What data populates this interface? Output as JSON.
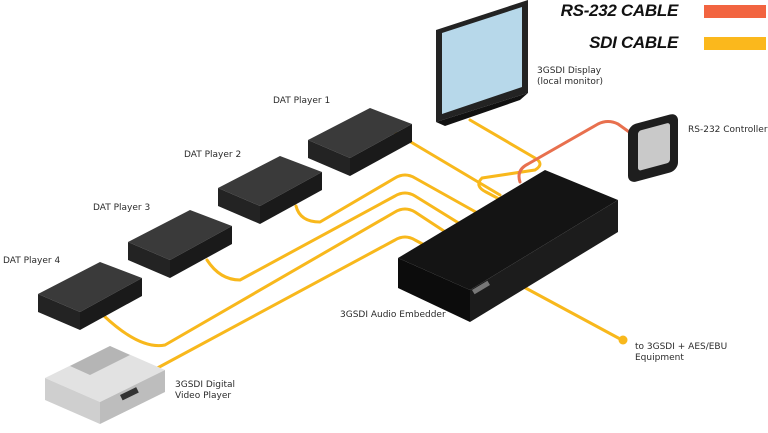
{
  "legend": [
    {
      "label": "RS-232 CABLE",
      "color": "#f26440",
      "type": "rs232"
    },
    {
      "label": "SDI CABLE",
      "color": "#fbb81c",
      "type": "sdi"
    }
  ],
  "colors": {
    "sdi": "#f8b81c",
    "rs232": "#e8704e",
    "device_dark": "#232323",
    "device_top": "#3a3a3a",
    "embedder": "#141414",
    "screen": "#b7d8ea",
    "player_light": "#d9d9d9"
  },
  "devices": {
    "display": {
      "label_line1": "3GSDI  Display",
      "label_line2": "(local monitor)"
    },
    "controller": {
      "label": "RS-232 Controller"
    },
    "embedder": {
      "label": "3GSDI Audio Embedder"
    },
    "output": {
      "label_line1": "to 3GSDI + AES/EBU",
      "label_line2": "Equipment"
    },
    "dat1": {
      "label": "DAT Player 1"
    },
    "dat2": {
      "label": "DAT Player 2"
    },
    "dat3": {
      "label": "DAT Player 3"
    },
    "dat4": {
      "label": "DAT Player 4"
    },
    "video_player": {
      "label_line1": "3GSDI Digital",
      "label_line2": "Video Player"
    }
  }
}
